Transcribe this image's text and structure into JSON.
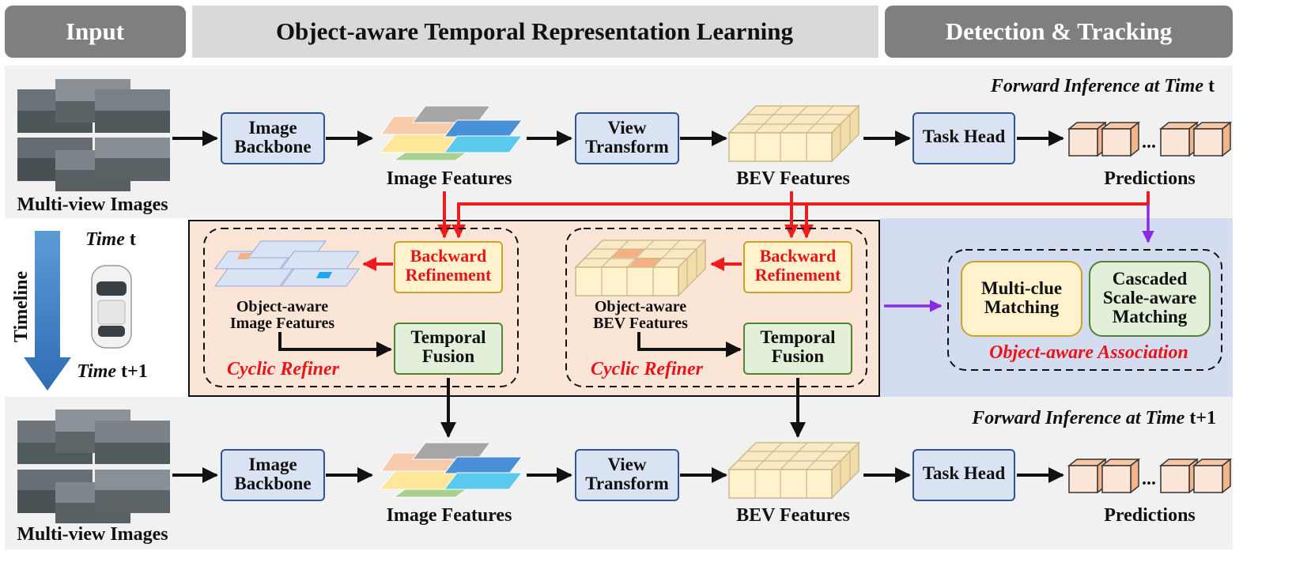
{
  "header": {
    "input": "Input",
    "learning": "Object-aware Temporal Representation Learning",
    "detection": "Detection & Tracking"
  },
  "forward_t": {
    "title_prefix": "Forward Inference at Time",
    "title_var": "t",
    "images_label": "Multi-view Images",
    "backbone": [
      "Image",
      "Backbone"
    ],
    "image_features": "Image Features",
    "view_transform": [
      "View",
      "Transform"
    ],
    "bev_features": "BEV Features",
    "task_head": "Task Head",
    "predictions": "Predictions",
    "ellipsis": "..."
  },
  "forward_t1": {
    "title_prefix": "Forward Inference at Time",
    "title_var": "t+1",
    "images_label": "Multi-view Images",
    "backbone": [
      "Image",
      "Backbone"
    ],
    "image_features": "Image Features",
    "view_transform": [
      "View",
      "Transform"
    ],
    "bev_features": "BEV Features",
    "task_head": "Task Head",
    "predictions": "Predictions",
    "ellipsis": "..."
  },
  "timeline": {
    "label": "Timeline",
    "time_t_word": "Time",
    "time_t_var": "t",
    "time_t1_word": "Time",
    "time_t1_var": "t+1"
  },
  "refiner_image": {
    "backward": [
      "Backward",
      "Refinement"
    ],
    "features": [
      "Object-aware",
      "Image Features"
    ],
    "temporal": [
      "Temporal",
      "Fusion"
    ],
    "title": "Cyclic Refiner"
  },
  "refiner_bev": {
    "backward": [
      "Backward",
      "Refinement"
    ],
    "features": [
      "Object-aware",
      "BEV Features"
    ],
    "temporal": [
      "Temporal",
      "Fusion"
    ],
    "title": "Cyclic Refiner"
  },
  "association": {
    "multi_clue": [
      "Multi-clue",
      "Matching"
    ],
    "cascaded": [
      "Cascaded",
      "Scale-aware",
      "Matching"
    ],
    "title": "Object-aware Association"
  },
  "colors": {
    "header_dark": "#7f7f7f",
    "header_light": "#d9d9d9",
    "band_bg": "#f1f1f1",
    "refiner_bg": "#fbe5d6",
    "assoc_bg": "#d4dcf0",
    "box_blue": "#dae3f3",
    "box_blue_border": "#2f5597",
    "box_yellow": "#fff2cc",
    "box_yellow_border": "#c9a227",
    "box_green": "#e2f0d9",
    "box_green_border": "#548235",
    "red_arrow": "#ee1c1c",
    "purple_arrow": "#8a2be2",
    "timeline_blue": "#3d7cc9"
  }
}
